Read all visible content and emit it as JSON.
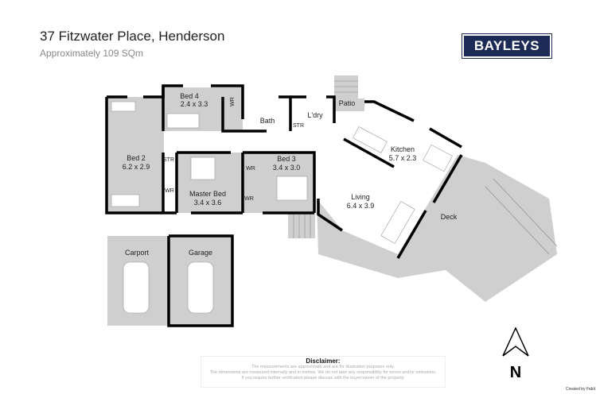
{
  "header": {
    "title": "37 Fitzwater Place, Henderson",
    "subtitle": "Approximately 109 SQm",
    "logo": "BAYLEYS",
    "logo_color": "#1c2b55"
  },
  "rooms": {
    "bed4": {
      "name": "Bed 4",
      "size": "2.4 x 3.3"
    },
    "bed2": {
      "name": "Bed 2",
      "size": "6.2 x 2.9"
    },
    "master": {
      "name": "Master Bed",
      "size": "3.4 x 3.6"
    },
    "bed3": {
      "name": "Bed 3",
      "size": "3.4 x 3.0"
    },
    "kitchen": {
      "name": "Kitchen",
      "size": "5.7 x 2.3"
    },
    "living": {
      "name": "Living",
      "size": "6.4 x 3.9"
    },
    "bath": "Bath",
    "laundry": "L'dry",
    "patio": "Patio",
    "deck": "Deck",
    "carport": "Carport",
    "garage": "Garage",
    "wr": "WR",
    "str": "STR"
  },
  "disclaimer": {
    "title": "Disclaimer:",
    "lines": [
      "The measurements are approximate and are for illustration purposes only.",
      "The dimensions are measured internally and in metres. We do not take any responsibility for errors and/or omissions.",
      "If you require further verification please discuss with the buyer/owner of the property."
    ]
  },
  "compass": {
    "label": "N",
    "icon": "north-arrow-icon"
  },
  "credit": "Created by Fabit",
  "colors": {
    "room_fill": "#cfcfcf",
    "wall": "#000000"
  }
}
